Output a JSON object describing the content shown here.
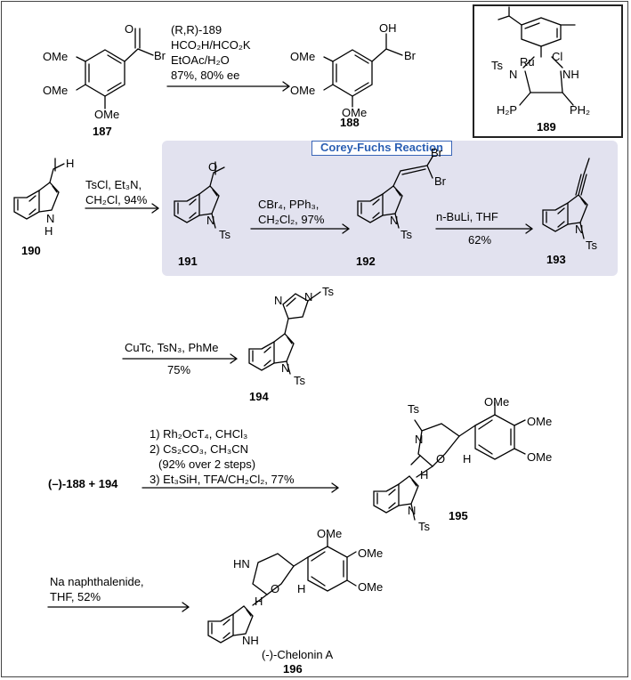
{
  "catalyst": {
    "compound": "189",
    "labels": {
      "ts": "Ts",
      "ru": "Ru",
      "cl": "Cl",
      "n": "N",
      "nh": "NH",
      "h2p": "H₂P",
      "ph2": "PH₂"
    }
  },
  "step1": {
    "reagent_1": "(R,R)-189",
    "reagent_2": "HCO₂H/HCO₂K",
    "reagent_3": "EtOAc/H₂O",
    "yield": "87%, 80% ee"
  },
  "compounds": {
    "c187": "187",
    "c188": "188",
    "c190": "190",
    "c191": "191",
    "c192": "192",
    "c193": "193",
    "c194": "194",
    "c195": "195",
    "c196": "196"
  },
  "atoms": {
    "ome": "OMe",
    "br": "Br",
    "o": "O",
    "oh": "OH",
    "h": "H",
    "nh": "NH",
    "ts": "Ts",
    "n": "N",
    "hn": "HN"
  },
  "step2": {
    "reagent_1": "TsCl, Et₃N,",
    "reagent_2": "CH₂Cl, 94%"
  },
  "corey_fuchs": {
    "title": "Corey-Fuchs Reaction",
    "step_a_1": "CBr₄, PPh₃,",
    "step_a_2": "CH₂Cl₂, 97%",
    "step_b_1": "n-BuLi, THF",
    "step_b_2": "62%"
  },
  "step3": {
    "reagent_1": "CuTc, TsN₃, PhMe",
    "yield": "75%"
  },
  "step4": {
    "starting": "(–)-188 + 194",
    "line_1": "1) Rh₂OcT₄, CHCl₃",
    "line_2": "2) Cs₂CO₃, CH₃CN",
    "line_3": "(92% over 2 steps)",
    "line_4": "3) Et₃SiH, TFA/CH₂Cl₂, 77%"
  },
  "step5": {
    "reagent_1": "Na naphthalenide,",
    "reagent_2": "THF, 52%"
  },
  "product": {
    "name": "(-)-Chelonin A"
  }
}
